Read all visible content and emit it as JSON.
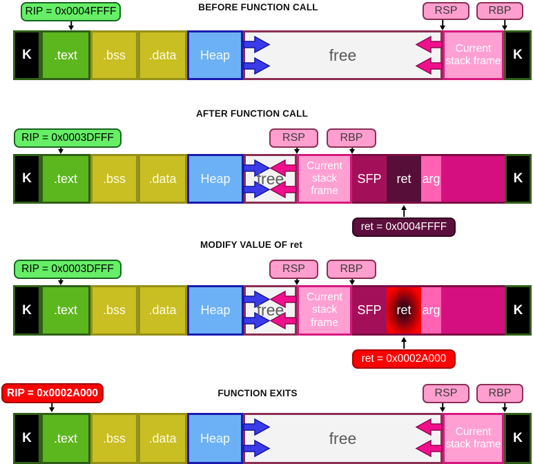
{
  "diagram": {
    "rows": [
      {
        "title": "BEFORE FUNCTION CALL",
        "rip": "RIP = 0x0004FFFF",
        "rsp": "RSP",
        "rbp": "RBP",
        "segments": {
          "kernel_left": "K",
          "text": ".text",
          "bss": ".bss",
          "data": ".data",
          "heap": "Heap",
          "free": "free",
          "stack_frame": "Current stack frame",
          "kernel_right": "K"
        }
      },
      {
        "title": "AFTER FUNCTION CALL",
        "rip": "RIP = 0x0003DFFF",
        "rsp": "RSP",
        "rbp": "RBP",
        "ret_note": "ret = 0x0004FFFF",
        "segments": {
          "kernel_left": "K",
          "text": ".text",
          "bss": ".bss",
          "data": ".data",
          "heap": "Heap",
          "free": "free",
          "stack_frame": "Current stack frame",
          "sfp": "SFP",
          "ret": "ret",
          "arg": "arg",
          "kernel_right": "K"
        }
      },
      {
        "title": "MODIFY VALUE OF ret",
        "rip": "RIP = 0x0003DFFF",
        "rsp": "RSP",
        "rbp": "RBP",
        "ret_note": "ret = 0x0002A000",
        "segments": {
          "kernel_left": "K",
          "text": ".text",
          "bss": ".bss",
          "data": ".data",
          "heap": "Heap",
          "free": "free",
          "stack_frame": "Current stack frame",
          "sfp": "SFP",
          "ret": "ret",
          "arg": "arg",
          "kernel_right": "K"
        }
      },
      {
        "title": "FUNCTION EXITS",
        "rip": "RIP = 0x0002A000",
        "rsp": "RSP",
        "rbp": "RBP",
        "segments": {
          "kernel_left": "K",
          "text": ".text",
          "bss": ".bss",
          "data": ".data",
          "heap": "Heap",
          "free": "free",
          "stack_frame": "Current stack frame",
          "kernel_right": "K"
        }
      }
    ],
    "colors": {
      "text_segment": "#5cb71e",
      "bss_data_segment": "#c9be22",
      "heap_segment": "#6cb1f5",
      "free_segment": "#f3f3f3",
      "stack_frame_segment": "#ff9fd2",
      "sfp_segment": "#a31059",
      "ret_segment": "#570e38",
      "arg_segment": "#ff63b2",
      "prev_frame_segment": "#d60f80",
      "rip_normal": "#66ee66",
      "rip_hijacked": "#ff0000",
      "register_pill": "#ff9fcf",
      "ret_note_dark": "#5c0e3c",
      "ret_note_red": "#ff0000",
      "grow_arrow_blue": "#3b3be8",
      "grow_arrow_pink": "#f20f8c"
    }
  }
}
